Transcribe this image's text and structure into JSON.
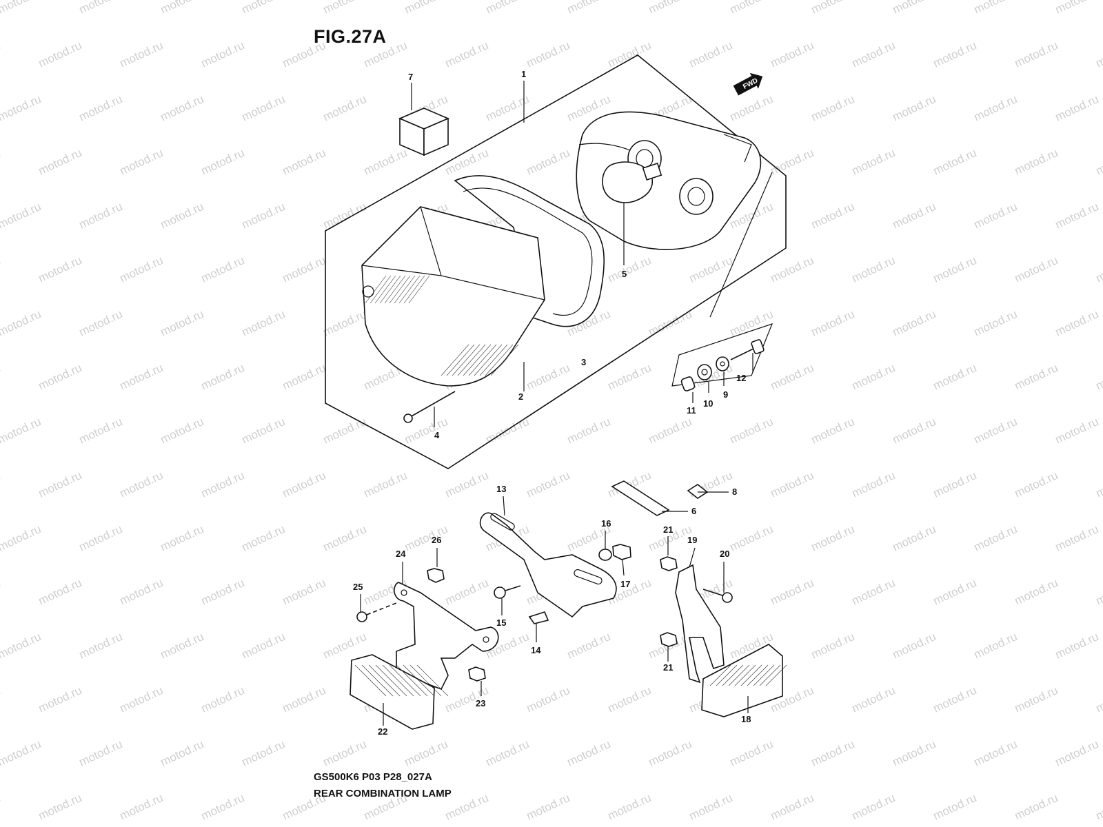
{
  "figure": {
    "title": "FIG.27A",
    "model_code": "GS500K6 P03 P28_027A",
    "name": "REAR COMBINATION LAMP",
    "watermark": "motod.ru",
    "direction_badge": "FWD"
  },
  "callouts": [
    {
      "id": "1",
      "label": "1"
    },
    {
      "id": "2",
      "label": "2"
    },
    {
      "id": "3",
      "label": "3"
    },
    {
      "id": "4",
      "label": "4"
    },
    {
      "id": "5",
      "label": "5"
    },
    {
      "id": "6",
      "label": "6"
    },
    {
      "id": "7",
      "label": "7"
    },
    {
      "id": "8",
      "label": "8"
    },
    {
      "id": "9",
      "label": "9"
    },
    {
      "id": "10",
      "label": "10"
    },
    {
      "id": "11",
      "label": "11"
    },
    {
      "id": "12",
      "label": "12"
    },
    {
      "id": "13",
      "label": "13"
    },
    {
      "id": "14",
      "label": "14"
    },
    {
      "id": "15",
      "label": "15"
    },
    {
      "id": "16",
      "label": "16"
    },
    {
      "id": "17",
      "label": "17"
    },
    {
      "id": "18",
      "label": "18"
    },
    {
      "id": "19",
      "label": "19"
    },
    {
      "id": "20",
      "label": "20"
    },
    {
      "id": "21a",
      "label": "21"
    },
    {
      "id": "21b",
      "label": "21"
    },
    {
      "id": "22",
      "label": "22"
    },
    {
      "id": "23",
      "label": "23"
    },
    {
      "id": "24",
      "label": "24"
    },
    {
      "id": "25",
      "label": "25"
    },
    {
      "id": "26",
      "label": "26"
    }
  ]
}
